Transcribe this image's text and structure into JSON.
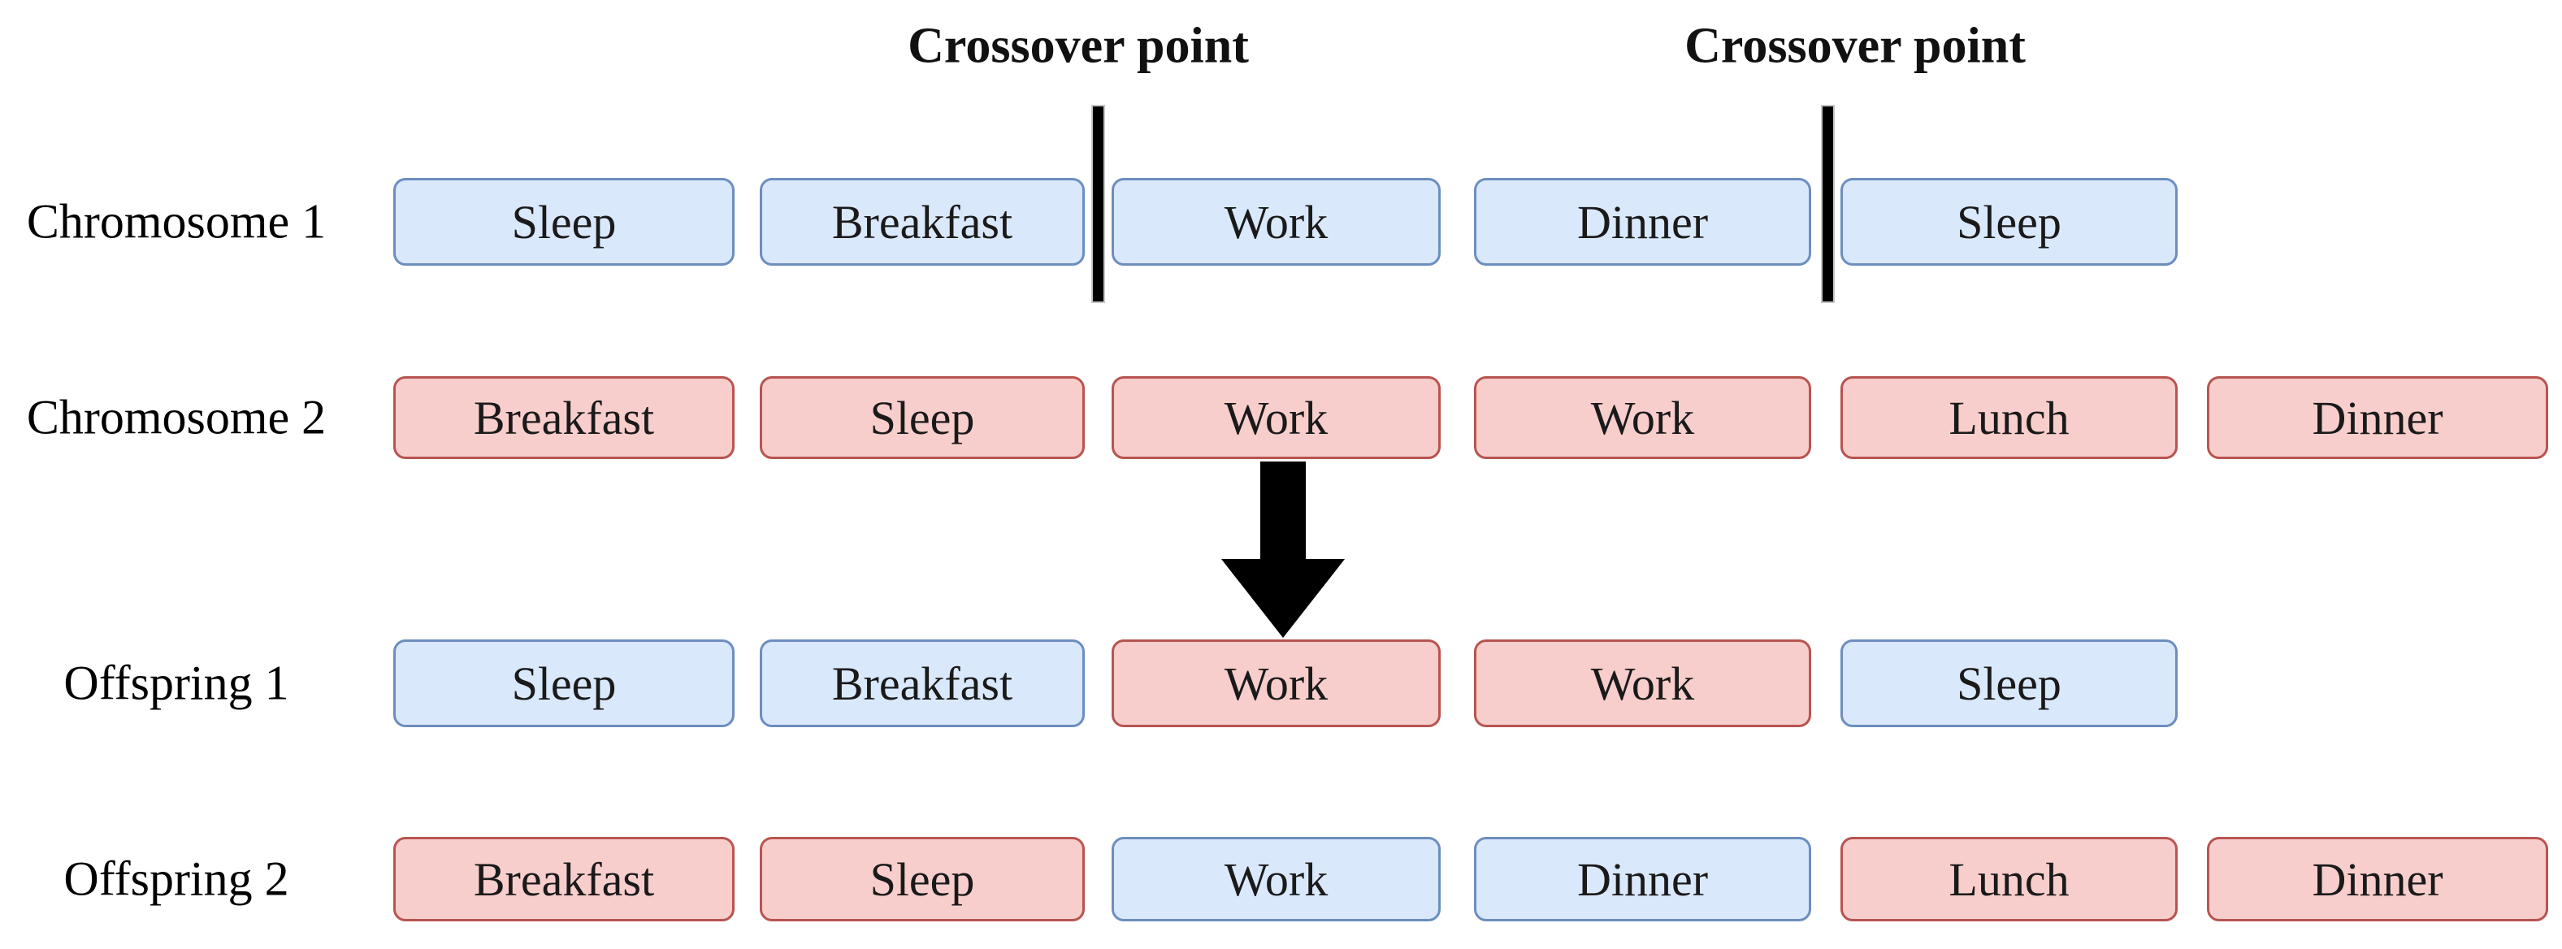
{
  "background": "#ffffff",
  "colors": {
    "parent1_fill": "#dae8fc",
    "parent1_stroke": "#6c8ebf",
    "parent2_fill": "#f8cecc",
    "parent2_stroke": "#b85450",
    "bar_color": "#000000",
    "arrow_color": "#000000",
    "text_color": "#000000"
  },
  "crossover_points": [
    {
      "label": "Crossover point"
    },
    {
      "label": "Crossover point"
    }
  ],
  "rows": [
    {
      "label": "Chromosome 1",
      "genes": [
        {
          "text": "Sleep",
          "color": "blue"
        },
        {
          "text": "Breakfast",
          "color": "blue"
        },
        {
          "text": "Work",
          "color": "blue"
        },
        {
          "text": "Dinner",
          "color": "blue"
        },
        {
          "text": "Sleep",
          "color": "blue"
        }
      ]
    },
    {
      "label": "Chromosome 2",
      "genes": [
        {
          "text": "Breakfast",
          "color": "red"
        },
        {
          "text": "Sleep",
          "color": "red"
        },
        {
          "text": "Work",
          "color": "red"
        },
        {
          "text": "Work",
          "color": "red"
        },
        {
          "text": "Lunch",
          "color": "red"
        },
        {
          "text": "Dinner",
          "color": "red"
        }
      ]
    },
    {
      "label": "Offspring 1",
      "genes": [
        {
          "text": "Sleep",
          "color": "blue"
        },
        {
          "text": "Breakfast",
          "color": "blue"
        },
        {
          "text": "Work",
          "color": "red"
        },
        {
          "text": "Work",
          "color": "red"
        },
        {
          "text": "Sleep",
          "color": "blue"
        }
      ]
    },
    {
      "label": "Offspring 2",
      "genes": [
        {
          "text": "Breakfast",
          "color": "red"
        },
        {
          "text": "Sleep",
          "color": "red"
        },
        {
          "text": "Work",
          "color": "blue"
        },
        {
          "text": "Dinner",
          "color": "blue"
        },
        {
          "text": "Lunch",
          "color": "red"
        },
        {
          "text": "Dinner",
          "color": "red"
        }
      ]
    }
  ],
  "icons": {
    "arrow": "down-arrow"
  }
}
